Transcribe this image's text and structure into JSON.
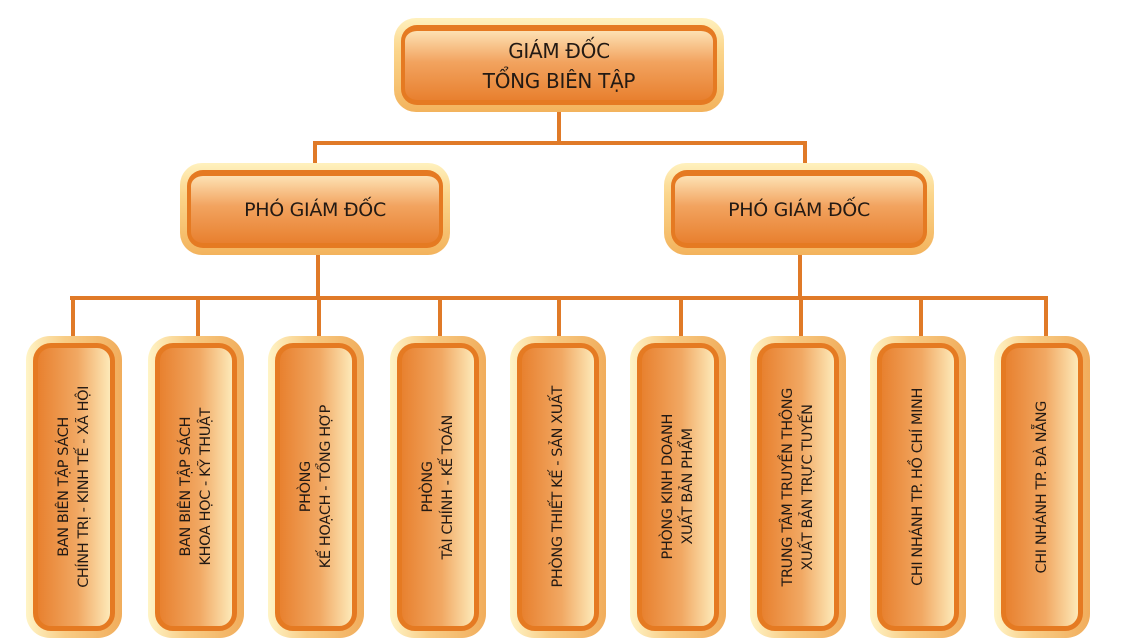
{
  "diagram": {
    "type": "org-chart",
    "colors": {
      "connector": "#e07a28",
      "box_border": "#e57a22",
      "box_fill_light": "#fde1b3",
      "box_fill_dark": "#e8802f",
      "text": "#231a14"
    },
    "root": {
      "lines": [
        "GIÁM ĐỐC",
        "TỔNG BIÊN TẬP"
      ]
    },
    "deputies": [
      {
        "lines": [
          "PHÓ GIÁM ĐỐC"
        ]
      },
      {
        "lines": [
          "PHÓ GIÁM ĐỐC"
        ]
      }
    ],
    "departments": [
      {
        "lines": [
          "BAN BIÊN TẬP SÁCH",
          "CHÍNH TRỊ - KINH TẾ - XÃ HỘI"
        ]
      },
      {
        "lines": [
          "BAN BIÊN TẬP SÁCH",
          "KHOA HỌC - KỸ THUẬT"
        ]
      },
      {
        "lines": [
          "PHÒNG",
          "KẾ HOẠCH - TỔNG HỢP"
        ]
      },
      {
        "lines": [
          "PHÒNG",
          "TÀI CHÍNH - KẾ TOÁN"
        ]
      },
      {
        "lines": [
          "PHÒNG THIẾT KẾ - SẢN XUẤT"
        ]
      },
      {
        "lines": [
          "PHÒNG KINH DOANH",
          "XUẤT BẢN PHẨM"
        ]
      },
      {
        "lines": [
          "TRUNG TÂM TRUYỀN THÔNG",
          "XUẤT BẢN TRỰC TUYẾN"
        ]
      },
      {
        "lines": [
          "CHI NHÁNH TP. HỒ CHÍ MINH"
        ]
      },
      {
        "lines": [
          "CHI NHÁNH TP. ĐÀ NẴNG"
        ]
      }
    ]
  }
}
